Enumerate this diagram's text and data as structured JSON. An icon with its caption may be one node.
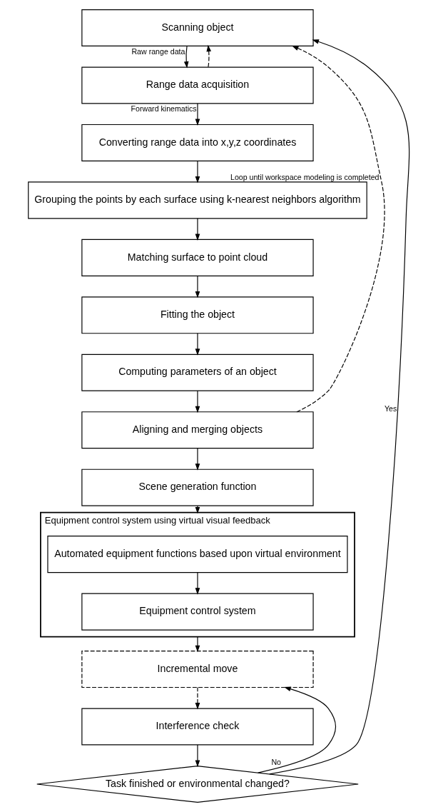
{
  "diagram": {
    "nodes": [
      {
        "text": [
          "Scanning object"
        ]
      },
      {
        "text": [
          "Range data acquisition"
        ]
      },
      {
        "text": [
          "Converting range data into x,y,z coordinates"
        ]
      },
      {
        "text": [
          "Grouping the points by each surface using k-nearest neighbors algorithm"
        ]
      },
      {
        "text": [
          "Matching surface to point cloud"
        ]
      },
      {
        "text": [
          "Fitting the object"
        ]
      },
      {
        "text": [
          "Computing parameters of an object"
        ]
      },
      {
        "text": [
          "Aligning and merging objects"
        ]
      },
      {
        "text": [
          "Scene generation function"
        ]
      },
      {
        "text": [
          "Equipment control system using virtual visual feedback"
        ]
      },
      {
        "text": [
          "Automated equipment functions based upon virtual environment"
        ],
        "in": 9
      },
      {
        "text": [
          "Equipment control system"
        ],
        "in": 9
      },
      {
        "text": [
          "Incremental move"
        ]
      },
      {
        "text": [
          "Interference check"
        ]
      },
      {
        "text": [
          "Task finished or environmental changed?"
        ]
      }
    ],
    "edges": [
      {
        "from": 0,
        "to": 1,
        "arrow": "to",
        "label": "Raw range data"
      },
      {
        "from": 1,
        "to": 0,
        "arrow": "to",
        "style": "dashed"
      },
      {
        "from": 1,
        "to": 2,
        "arrow": "to",
        "label": "Forward kinematics"
      },
      {
        "from": 2,
        "to": 3,
        "arrow": "to"
      },
      {
        "from": 3,
        "to": 4,
        "arrow": "to"
      },
      {
        "from": 4,
        "to": 5,
        "arrow": "to"
      },
      {
        "from": 5,
        "to": 6,
        "arrow": "to"
      },
      {
        "from": 6,
        "to": 7,
        "arrow": "to"
      },
      {
        "from": 7,
        "to": 0,
        "arrow": "to",
        "style": "dashed",
        "label": "Loop until workspace modeling is completed"
      },
      {
        "from": 7,
        "to": 8,
        "arrow": "to"
      },
      {
        "from": 8,
        "to": 9,
        "arrow": "to"
      },
      {
        "from": 10,
        "to": 11,
        "arrow": "to"
      },
      {
        "from": 9,
        "to": 12,
        "arrow": "to"
      },
      {
        "from": 12,
        "to": 13,
        "arrow": "to",
        "style": "dashed"
      },
      {
        "from": 13,
        "to": 14,
        "arrow": "to"
      },
      {
        "from": 14,
        "to": 12,
        "arrow": "to",
        "label": "No"
      },
      {
        "from": 14,
        "to": 0,
        "arrow": "to",
        "label": "Yes"
      }
    ]
  }
}
